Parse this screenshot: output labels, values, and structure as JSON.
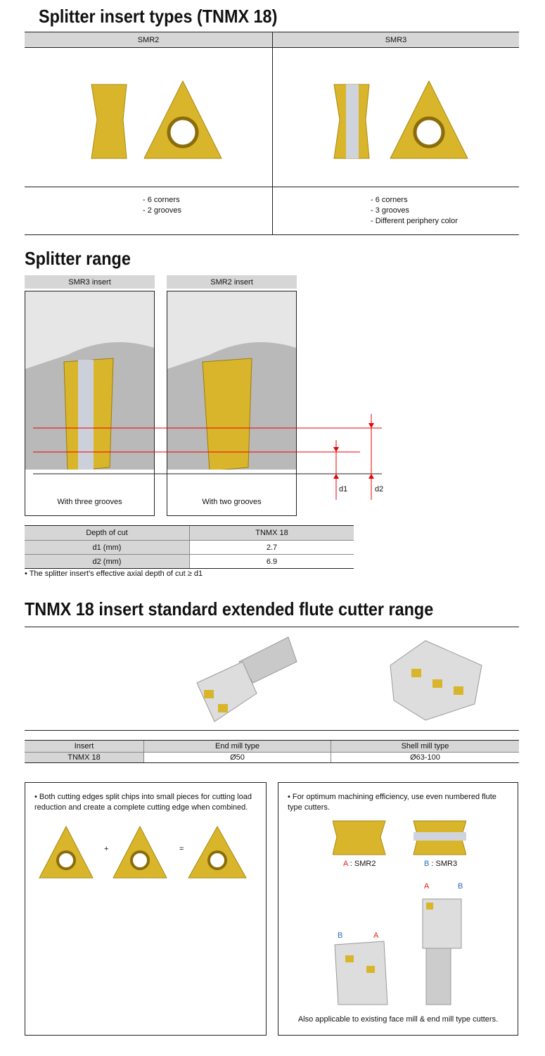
{
  "section1": {
    "title": "Splitter insert types (TNMX 18)",
    "columns": [
      {
        "name": "SMR2",
        "features": [
          "- 6 corners",
          "- 2 grooves"
        ]
      },
      {
        "name": "SMR3",
        "features": [
          "- 6 corners",
          "- 3 grooves",
          "- Different periphery color"
        ]
      }
    ]
  },
  "section2": {
    "title": "Splitter range",
    "panels": [
      {
        "header": "SMR3 insert",
        "caption": "With three grooves"
      },
      {
        "header": "SMR2 insert",
        "caption": "With two grooves"
      }
    ],
    "d1_label": "d1",
    "d2_label": "d2",
    "table": {
      "headers": [
        "Depth of cut",
        "TNMX 18"
      ],
      "rows": [
        [
          "d1 (mm)",
          "2.7"
        ],
        [
          "d2 (mm)",
          "6.9"
        ]
      ]
    },
    "note": "• The splitter insert's effective axial depth of cut ≥ d1"
  },
  "section3": {
    "title": "TNMX 18 insert standard extended flute cutter range",
    "table": {
      "headers": [
        "Insert",
        "End mill type",
        "Shell mill type"
      ],
      "row": [
        "TNMX 18",
        "Ø50",
        "Ø63-100"
      ]
    }
  },
  "box_left": {
    "text": "• Both cutting edges split chips into small pieces for cutting load reduction and create a complete cutting edge when combined.",
    "plus": "+",
    "equals": "="
  },
  "box_right": {
    "text": "• For optimum machining efficiency, use even numbered flute type cutters.",
    "a_letter": "A",
    "a_label": " : SMR2",
    "b_letter": "B",
    "b_label": " : SMR3",
    "footer": "Also applicable to existing face mill & end mill type cutters.",
    "mark_a": "A",
    "mark_b": "B"
  },
  "colors": {
    "gold": "#d9b52c",
    "red": "#d21",
    "blue": "#2a6cc0"
  }
}
